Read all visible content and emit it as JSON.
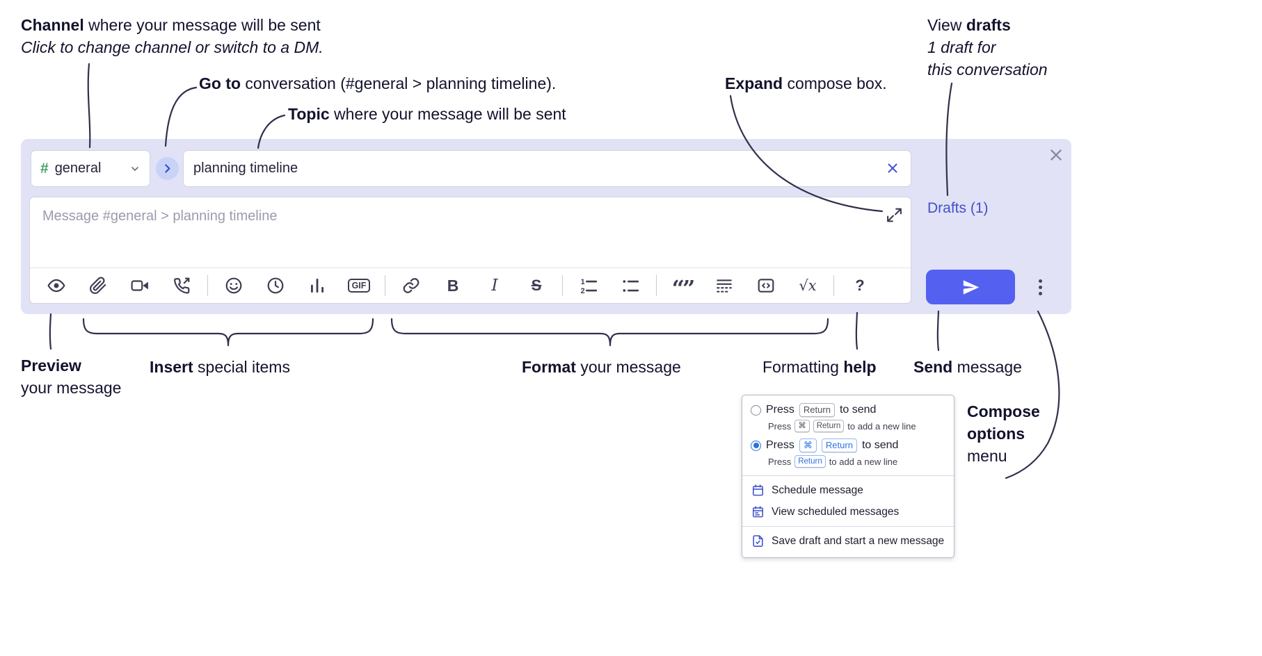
{
  "annotations": {
    "channel": {
      "bold": "Channel",
      "rest": " where your message will be sent",
      "sub": "Click to change channel or switch to a DM."
    },
    "goto": {
      "bold": "Go to",
      "rest": " conversation (#general > planning timeline)."
    },
    "topic": {
      "bold": "Topic",
      "rest": " where your message will be sent"
    },
    "expand": {
      "bold": "Expand",
      "rest": " compose box."
    },
    "view_drafts": {
      "pre": "View ",
      "bold": "drafts",
      "sub1": "1 draft for",
      "sub2": "this conversation"
    },
    "preview": {
      "bold": "Preview",
      "line2": "your message"
    },
    "insert": {
      "bold": "Insert",
      "rest": " special items"
    },
    "format": {
      "bold": "Format",
      "rest": " your message"
    },
    "help": {
      "pre": "Formatting ",
      "bold": "help"
    },
    "send": {
      "bold": "Send",
      "rest": " message"
    },
    "compose_menu": {
      "bold1": "Compose",
      "bold2": "options",
      "line3": "menu"
    }
  },
  "compose": {
    "channel": {
      "hash": "#",
      "name": "general"
    },
    "topic_value": "planning timeline",
    "message_placeholder": "Message #general > planning timeline",
    "drafts_link": "Drafts (1)"
  },
  "toolbar_glyphs": {
    "gif": "GIF",
    "bold": "B",
    "italic": "I",
    "strike": "S",
    "ol1": "1",
    "ol2": "2",
    "quote": "“”",
    "math": "√x",
    "help": "?"
  },
  "menu": {
    "opt_return": {
      "press": "Press",
      "key": "Return",
      "suffix": "to send",
      "sub_press": "Press",
      "sub_key1": "⌘",
      "sub_key2": "Return",
      "sub_suffix": "to add a new line"
    },
    "opt_cmd_return": {
      "press": "Press",
      "key1": "⌘",
      "key2": "Return",
      "suffix": "to send",
      "sub_press": "Press",
      "sub_key": "Return",
      "sub_suffix": "to add a new line"
    },
    "items": [
      {
        "label": "Schedule message"
      },
      {
        "label": "View scheduled messages"
      },
      {
        "label": "Save draft and start a new message"
      }
    ]
  },
  "colors": {
    "compose_bg": "#e1e2f5",
    "accent_send": "#5460ef",
    "link_blue": "#4250c9",
    "channel_green": "#43a35f",
    "keycap_blue": "#2f72e4"
  }
}
